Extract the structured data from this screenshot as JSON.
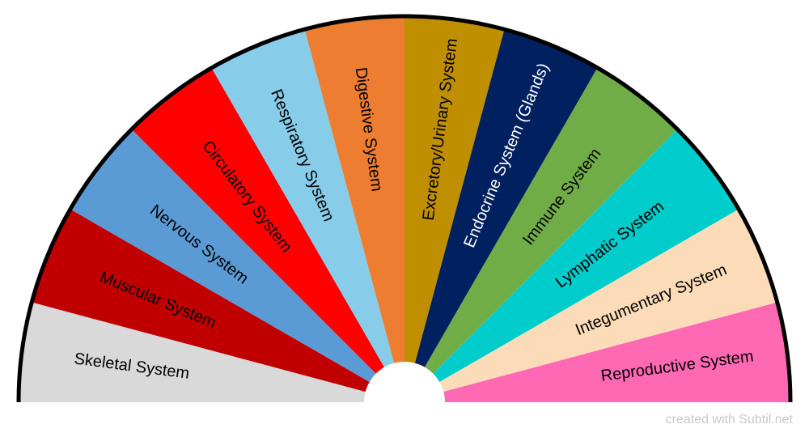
{
  "diagram": {
    "segments": [
      {
        "label": "Skeletal System",
        "color": "#d9d9d9",
        "text_color": "#000000"
      },
      {
        "label": "Muscular System",
        "color": "#c00000",
        "text_color": "#000000"
      },
      {
        "label": "Nervous System",
        "color": "#5b9bd5",
        "text_color": "#000000"
      },
      {
        "label": "Circulatory System",
        "color": "#ff0000",
        "text_color": "#000000"
      },
      {
        "label": "Respiratory System",
        "color": "#87cdea",
        "text_color": "#000000"
      },
      {
        "label": "Digestive System",
        "color": "#ed7d31",
        "text_color": "#000000"
      },
      {
        "label": "Excretory/Urinary System",
        "color": "#bf8f00",
        "text_color": "#000000"
      },
      {
        "label": "Endocrine System (Glands)",
        "color": "#002060",
        "text_color": "#ffffff"
      },
      {
        "label": "Immune System",
        "color": "#70ad47",
        "text_color": "#000000"
      },
      {
        "label": "Lymphatic System",
        "color": "#00cccc",
        "text_color": "#000000"
      },
      {
        "label": "Integumentary System",
        "color": "#fcdcb8",
        "text_color": "#000000"
      },
      {
        "label": "Reproductive System",
        "color": "#ff69b4",
        "text_color": "#000000"
      }
    ],
    "outline_color": "#000000",
    "hub_color": "#ffffff"
  },
  "footer": {
    "watermark": "created with Subtil.net"
  }
}
